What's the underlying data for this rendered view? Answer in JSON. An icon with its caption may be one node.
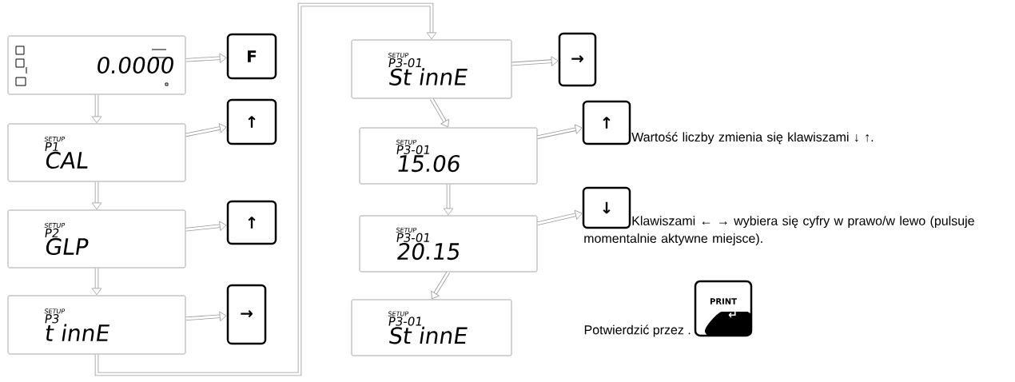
{
  "diagram": {
    "nodes": [
      {
        "text": [
          "0.0000"
        ]
      },
      {
        "text": [
          "F"
        ]
      },
      {
        "text": [
          "SETUP",
          "P1",
          "CAL"
        ]
      },
      {
        "text": [
          "↑"
        ]
      },
      {
        "text": [
          "SETUP",
          "P2",
          "GLP"
        ]
      },
      {
        "text": [
          "↑"
        ]
      },
      {
        "text": [
          "SETUP",
          "P3",
          "t innE"
        ]
      },
      {
        "text": [
          "→"
        ]
      },
      {
        "text": [
          "SETUP",
          "P3-01",
          "St innE"
        ]
      },
      {
        "text": [
          "→"
        ]
      },
      {
        "text": [
          "SETUP",
          "P3-01",
          "15.06"
        ]
      },
      {
        "text": [
          "↑"
        ],
        "beside": [
          "Wartość liczby zmienia się klawiszami ↓ ↑."
        ]
      },
      {
        "text": [
          "SETUP",
          "P3-01",
          "20.15"
        ]
      },
      {
        "text": [
          "↓"
        ],
        "beside": [
          "Klawiszami ← → wybiera się cyfry w prawo/w lewo (pulsuje momentalnie aktywne miejsce)."
        ]
      },
      {
        "text": [
          "SETUP",
          "P3-01",
          "St innE"
        ]
      },
      {
        "text": [
          "PRINT",
          "↵"
        ],
        "beside": [
          "Potwierdzić przez ."
        ]
      }
    ],
    "edges": [
      {
        "from": 0,
        "to": 1,
        "arrow": "to"
      },
      {
        "from": 0,
        "to": 2,
        "arrow": "to"
      },
      {
        "from": 2,
        "to": 3,
        "arrow": "to"
      },
      {
        "from": 2,
        "to": 4,
        "arrow": "to"
      },
      {
        "from": 4,
        "to": 5,
        "arrow": "to"
      },
      {
        "from": 4,
        "to": 6,
        "arrow": "to"
      },
      {
        "from": 6,
        "to": 7,
        "arrow": "to"
      },
      {
        "from": 6,
        "to": 8,
        "arrow": "to"
      },
      {
        "from": 8,
        "to": 9,
        "arrow": "to"
      },
      {
        "from": 8,
        "to": 10,
        "arrow": "to"
      },
      {
        "from": 10,
        "to": 11,
        "arrow": "to"
      },
      {
        "from": 10,
        "to": 12,
        "arrow": "to"
      },
      {
        "from": 12,
        "to": 13,
        "arrow": "to"
      },
      {
        "from": 12,
        "to": 14,
        "arrow": "to"
      }
    ]
  }
}
